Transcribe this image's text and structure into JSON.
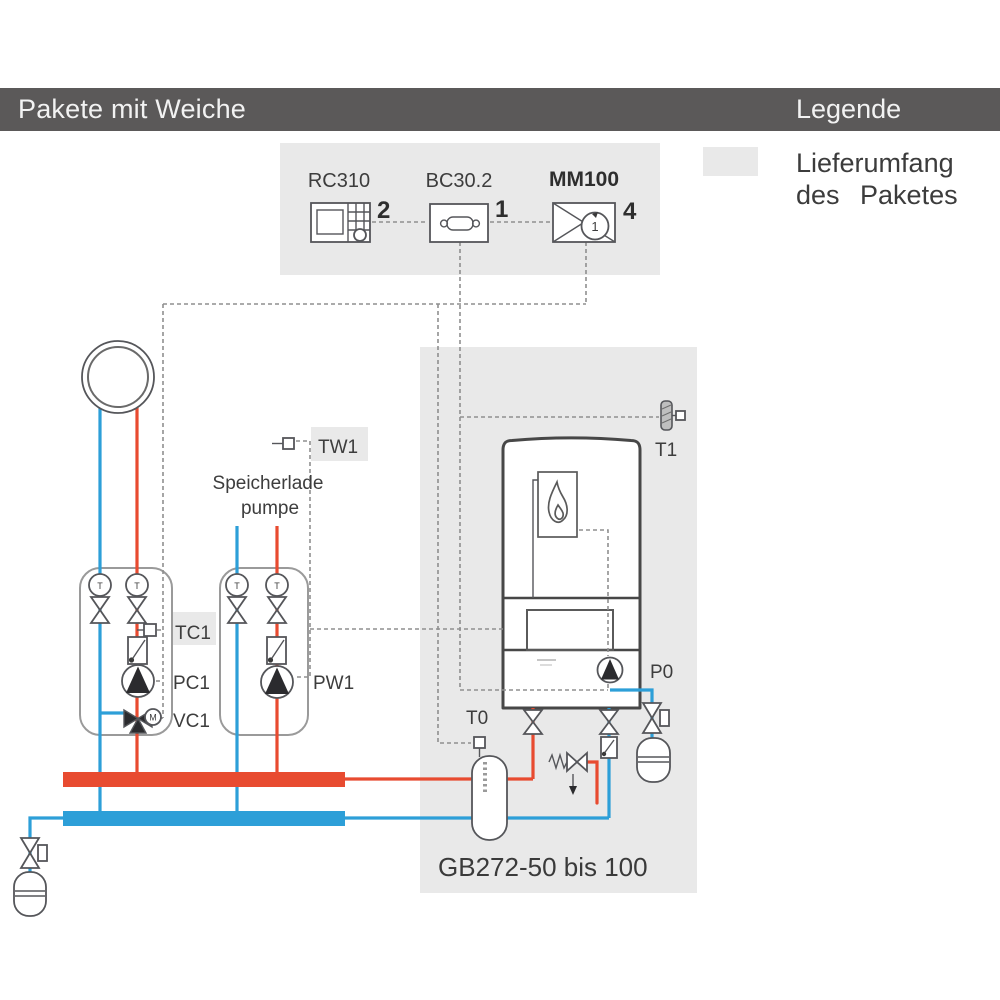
{
  "header": {
    "title": "Pakete mit Weiche",
    "legend_title": "Legende"
  },
  "legend": {
    "item_line1": "Lieferumfang",
    "item_line2": "des Paketes",
    "swatch_color": "#e9e9e9"
  },
  "controller_panel": {
    "modules": [
      {
        "name": "RC310",
        "qty": "2",
        "icon": "room-controller-icon"
      },
      {
        "name": "BC30.2",
        "qty": "1",
        "icon": "boiler-control-icon"
      },
      {
        "name": "MM100",
        "qty": "4",
        "icon": "mixer-module-icon",
        "badge": "1"
      }
    ]
  },
  "diagram": {
    "labels": {
      "tw1": "TW1",
      "tc1": "TC1",
      "pc1": "PC1",
      "vc1": "VC1",
      "pw1": "PW1",
      "t0": "T0",
      "t1": "T1",
      "p0": "P0",
      "m": "M",
      "t": "T",
      "pump_line1": "Speicherlade",
      "pump_line2": "pumpe",
      "boiler_range": "GB272-50 bis 100"
    },
    "colors": {
      "flow": "#e84b30",
      "return": "#2d9fd8",
      "highlight": "#e9e9e9",
      "outline": "#55565a",
      "header_bar": "#5b5959"
    }
  }
}
